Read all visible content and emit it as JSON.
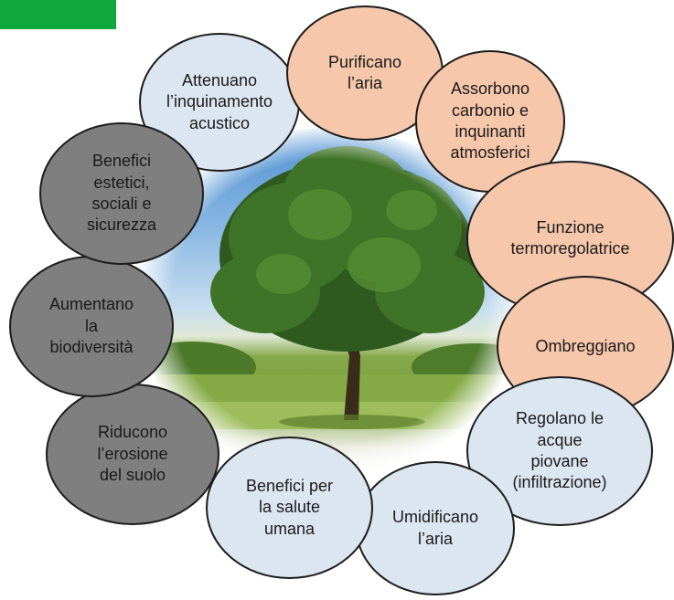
{
  "colors": {
    "accent_bar": "#0ea83c",
    "peach": "#f6c7ab",
    "light_blue": "#dce6f1",
    "grey": "#7f7f7f",
    "outline": "#1c1c1c"
  },
  "bubbles": [
    {
      "id": "attenuano",
      "text": "Attenuano\nl’inquinamento\nacustico",
      "color": "light_blue"
    },
    {
      "id": "purificano",
      "text": "Purificano\nl’aria",
      "color": "peach"
    },
    {
      "id": "assorbono",
      "text": "Assorbono\ncarbonio e\ninquinanti\natmosferici",
      "color": "peach"
    },
    {
      "id": "funzione",
      "text": "Funzione\ntermoregolatrice",
      "color": "peach"
    },
    {
      "id": "ombreggiano",
      "text": "Ombreggiano",
      "color": "peach"
    },
    {
      "id": "regolano",
      "text": "Regolano le\nacque\npiovane\n(infiltrazione)",
      "color": "light_blue"
    },
    {
      "id": "umidificano",
      "text": "Umidificano\nl’aria",
      "color": "light_blue"
    },
    {
      "id": "salute",
      "text": "Benefici per\nla salute\numana",
      "color": "light_blue"
    },
    {
      "id": "erosione",
      "text": "Riducono\nl’erosione\ndel suolo",
      "color": "grey"
    },
    {
      "id": "biodiversita",
      "text": "Aumentano\nla\nbiodiversità",
      "color": "grey"
    },
    {
      "id": "estetici",
      "text": "Benefici\nestetici,\nsociali e\nsicurezza",
      "color": "grey"
    }
  ]
}
